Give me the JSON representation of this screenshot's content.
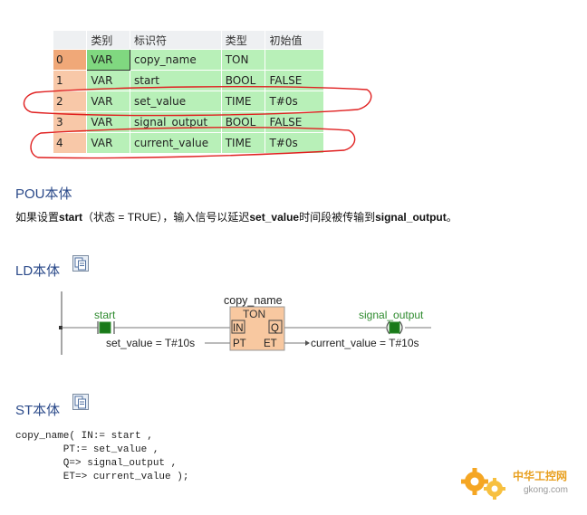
{
  "var_table": {
    "headers": [
      "类别",
      "标识符",
      "类型",
      "初始值"
    ],
    "rows": [
      {
        "index": "0",
        "class": "VAR",
        "name": "copy_name",
        "type": "TON",
        "init": ""
      },
      {
        "index": "1",
        "class": "VAR",
        "name": "start",
        "type": "BOOL",
        "init": "FALSE"
      },
      {
        "index": "2",
        "class": "VAR",
        "name": "set_value",
        "type": "TIME",
        "init": "T#0s"
      },
      {
        "index": "3",
        "class": "VAR",
        "name": "signal_output",
        "type": "BOOL",
        "init": "FALSE"
      },
      {
        "index": "4",
        "class": "VAR",
        "name": "current_value",
        "type": "TIME",
        "init": "T#0s"
      }
    ],
    "selected_row": 0,
    "highlight_color": "#e02020"
  },
  "pou": {
    "title": "POU本体",
    "desc_p1": "如果设置",
    "desc_b1": "start",
    "desc_p2": "（状态 = TRUE），输入信号以延迟",
    "desc_b2": "set_value",
    "desc_p3": "时间段被传输到",
    "desc_b3": "signal_output",
    "desc_p4": "。"
  },
  "ld": {
    "title": "LD本体",
    "copy_icon": "copy-clipboard-icon",
    "instance": "copy_name",
    "block_type": "TON",
    "pin_in": "IN",
    "pin_q": "Q",
    "pin_pt": "PT",
    "pin_et": "ET",
    "contact": "start",
    "coil": "signal_output",
    "pt_expr": "set_value = T#10s",
    "et_expr": "current_value = T#10s",
    "block_color": "#f8c8a0",
    "wire_color": "#2e8b2e"
  },
  "st": {
    "title": "ST本体",
    "copy_icon": "copy-clipboard-icon",
    "lines": [
      "copy_name( IN:= start ,",
      "        PT:= set_value ,",
      "        Q=> signal_output ,",
      "        ET=> current_value );"
    ]
  },
  "watermark": {
    "text_cn": "中华工控网",
    "text_url": "gkong.com"
  }
}
